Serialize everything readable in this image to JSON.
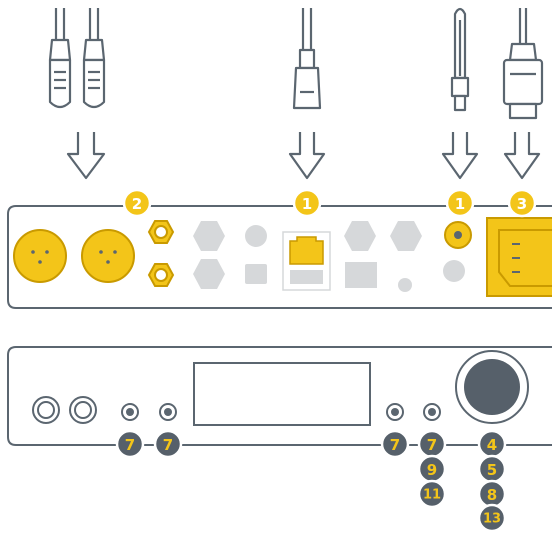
{
  "colors": {
    "line": "#5b6670",
    "panel_fill": "#ffffff",
    "gold": "#f3c519",
    "gold_dark": "#c99a00",
    "gray_shape": "#d6d8da",
    "dark_badge": "#56606a",
    "knob": "#56606a"
  },
  "badges": {
    "back_xlr": "2",
    "back_ethernet": "1",
    "back_antenna": "1",
    "back_power": "3",
    "front_a": "7",
    "front_b": "7",
    "front_c": "7",
    "front_d": "7",
    "front_d2": "9",
    "front_d3": "11",
    "knob_1": "4",
    "knob_2": "5",
    "knob_3": "8",
    "knob_4": "13"
  }
}
